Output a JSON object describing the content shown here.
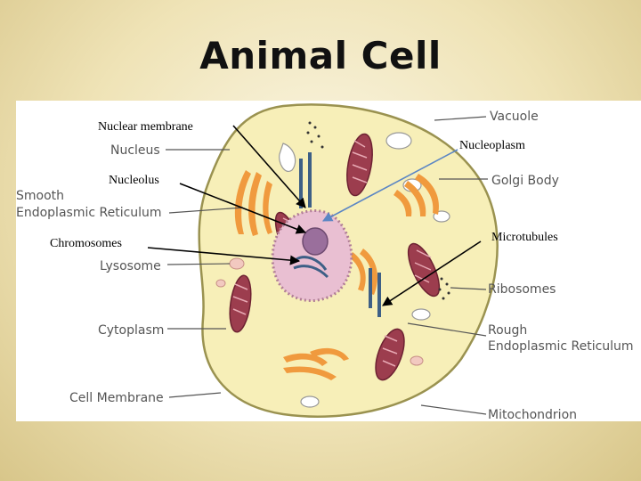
{
  "title": "Animal Cell",
  "labels": {
    "vacuole": "Vacuole",
    "nucleus": "Nucleus",
    "smooth_er_line1": "Smooth",
    "smooth_er_line2": "Endoplasmic Reticulum",
    "golgi_body": "Golgi Body",
    "lysosome": "Lysosome",
    "ribosomes": "Ribosomes",
    "cytoplasm": "Cytoplasm",
    "rough_er_line1": "Rough",
    "rough_er_line2": "Endoplasmic Reticulum",
    "cell_membrane": "Cell Membrane",
    "mitochondrion": "Mitochondrion"
  },
  "callouts": {
    "nuclear_membrane": "Nuclear membrane",
    "nucleoplasm": "Nucleoplasm",
    "nucleolus": "Nucleolus",
    "chromosomes": "Chromosomes",
    "microtubules": "Microtubules"
  },
  "colors": {
    "cytoplasm_fill": "#f7efb8",
    "nucleus_fill": "#e9bfd2",
    "nucleolus_fill": "#9a6f9c",
    "mitochondria_fill": "#9c3d4e",
    "golgi_fill": "#f09a3e",
    "microtubule_fill": "#3d5f86",
    "callout_arrow_blue": "#5b86c4"
  }
}
